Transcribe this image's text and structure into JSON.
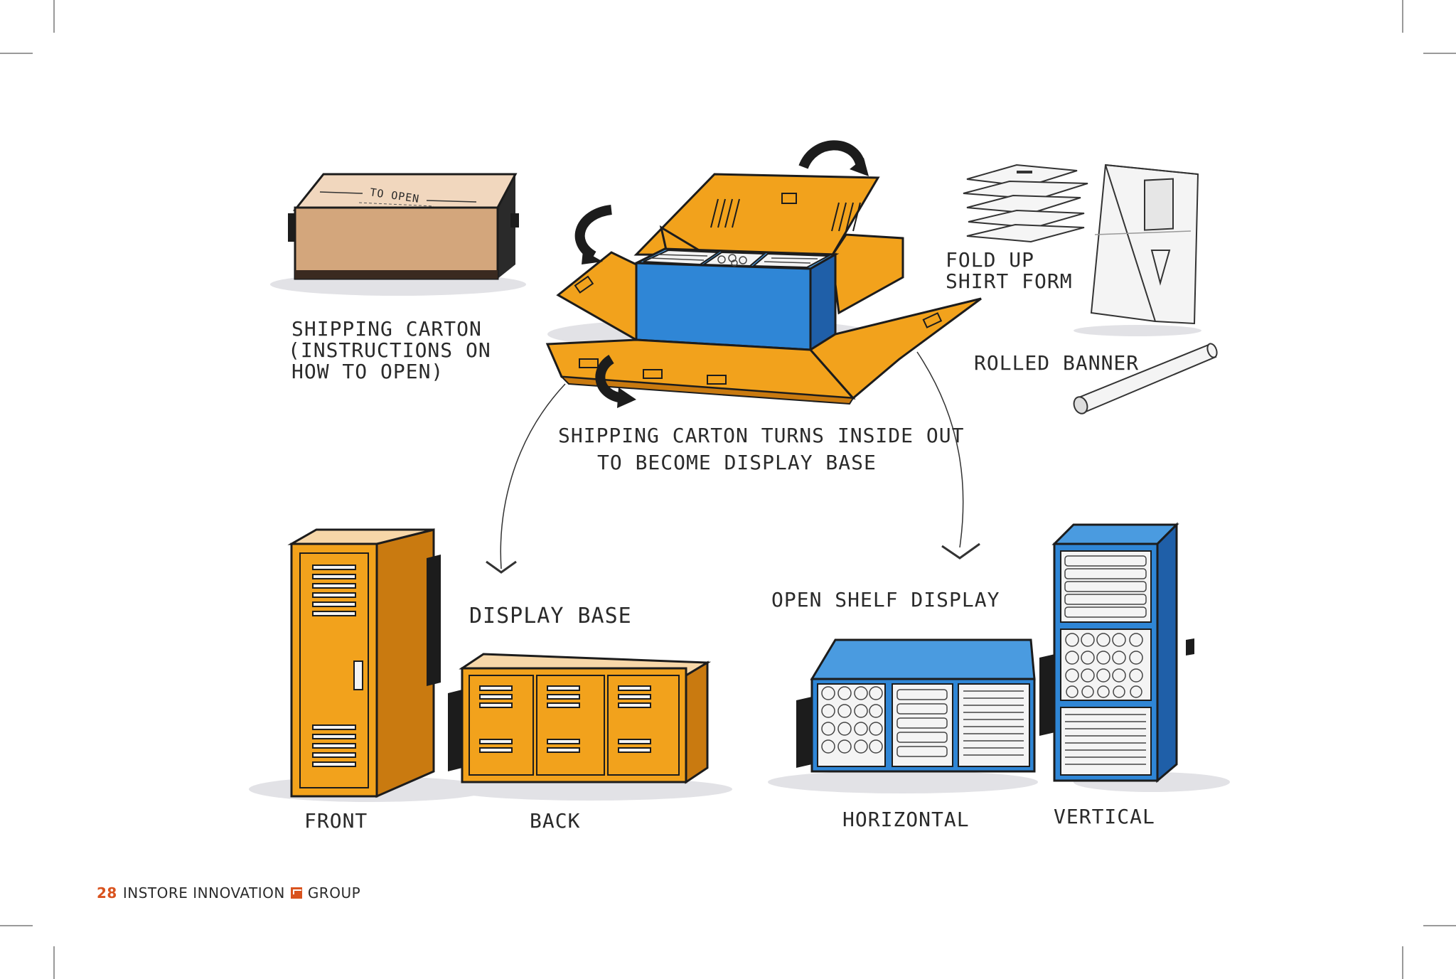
{
  "labels": {
    "shipping_carton_1": "SHIPPING CARTON",
    "shipping_carton_2": "(INSTRUCTIONS ON",
    "shipping_carton_3": "HOW TO OPEN)",
    "to_open": "TO OPEN",
    "fold_up_1": "FOLD UP",
    "fold_up_2": "SHIRT FORM",
    "rolled_banner": "ROLLED BANNER",
    "turns_1": "SHIPPING CARTON TURNS INSIDE OUT",
    "turns_2": "TO BECOME DISPLAY BASE",
    "display_base": "DISPLAY BASE",
    "open_shelf": "OPEN SHELF DISPLAY",
    "front": "FRONT",
    "back": "BACK",
    "horizontal": "HORIZONTAL",
    "vertical": "VERTICAL"
  },
  "footer": {
    "page_number": "28",
    "brand_left": "INSTORE INNOVATION",
    "brand_right": "GROUP"
  },
  "colors": {
    "orange": "#F2A21C",
    "orange_dark": "#C97A10",
    "blue": "#2F86D6",
    "blue_dark": "#1F5FA8",
    "kraft": "#D8B48E",
    "kraft_dark": "#B7865A",
    "ink": "#1c1c1c",
    "accent": "#D9531E"
  }
}
